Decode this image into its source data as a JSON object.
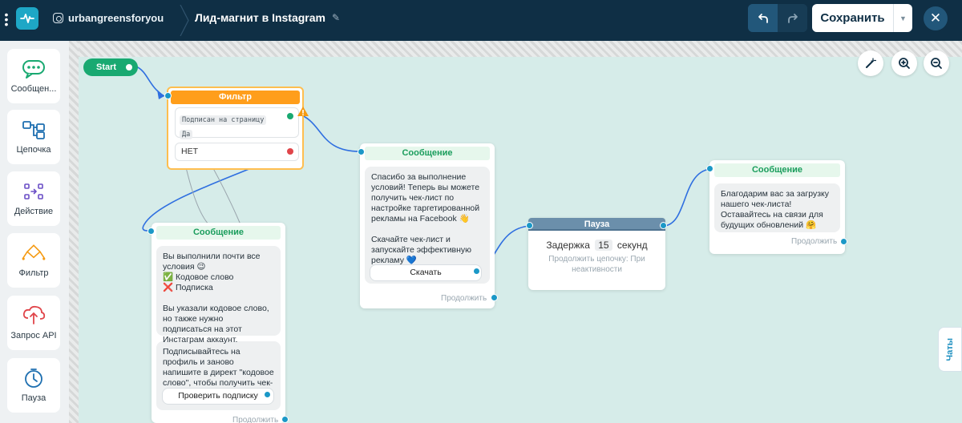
{
  "header": {
    "account": "urbangreensforyou",
    "flow_title": "Лид-магнит в Instagram",
    "save_label": "Сохранить"
  },
  "sidebar": {
    "items": [
      {
        "label": "Сообщен...",
        "icon": "message-icon"
      },
      {
        "label": "Цепочка",
        "icon": "chain-icon"
      },
      {
        "label": "Действие",
        "icon": "action-icon"
      },
      {
        "label": "Фильтр",
        "icon": "filter-icon"
      },
      {
        "label": "Запрос API",
        "icon": "api-request-icon"
      },
      {
        "label": "Пауза",
        "icon": "timer-icon"
      }
    ]
  },
  "canvas": {
    "start_label": "Start",
    "filter": {
      "title": "Фильтр",
      "condition_text": "Подписан на страницу",
      "condition_value": "Да",
      "else_label": "НЕТ"
    },
    "message1": {
      "title": "Сообщение",
      "text": "Спасибо за выполнение условий! Теперь вы можете получить чек-лист по настройке таргетированной рекламы на Facebook 👋\n\nСкачайте чек-лист и запускайте эффективную рекламу 💙",
      "button": "Скачать",
      "continue": "Продолжить"
    },
    "message2": {
      "title": "Сообщение",
      "text1": "Вы выполнили почти все условия 😉\n✅ Кодовое слово\n❌ Подписка\n\nВы указали кодовое слово, но также нужно подписаться на этот Инстаграм аккаунт.",
      "text2": "Подписывайтесь на профиль и заново напишите в директ \"кодовое слово\", чтобы получить чек-лист.",
      "button": "Проверить подписку",
      "continue": "Продолжить"
    },
    "pause": {
      "title": "Пауза",
      "delay_prefix": "Задержка",
      "delay_value": "15",
      "delay_unit": "секунд",
      "subtitle": "Продолжить цепочку: При неактивности"
    },
    "message3": {
      "title": "Сообщение",
      "text": "Благодарим вас за загрузку нашего чек-листа! Оставайтесь на связи для будущих обновлений 🤗",
      "continue": "Продолжить"
    }
  },
  "chats_tab": "Чаты",
  "colors": {
    "topbar": "#0f2f45",
    "accent": "#1b98c7",
    "filter": "#ff9e1b",
    "message_green": "#1a9d5c",
    "canvas": "#d6ece9"
  }
}
